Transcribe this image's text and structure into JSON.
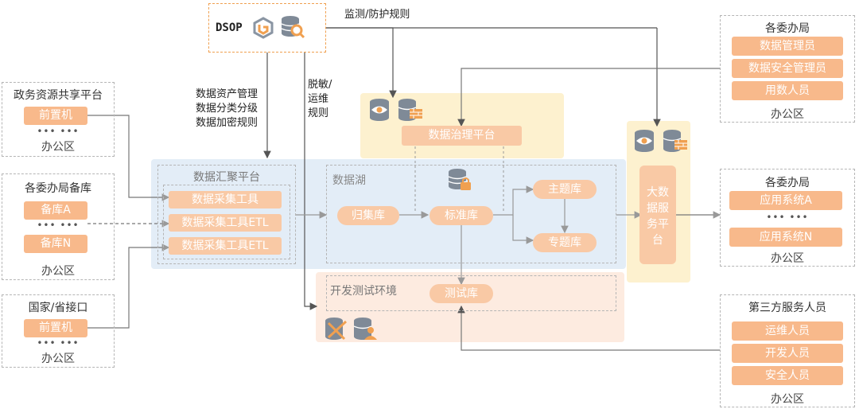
{
  "dsop": {
    "label": "DSOP"
  },
  "top_arrow_label": "监测/防护规则",
  "left_arrow_labels": [
    "数据资产管理",
    "数据分类分级",
    "数据加密规则"
  ],
  "mid_arrow_labels": [
    "脱敏/",
    "运维",
    "规则"
  ],
  "left_panels": [
    {
      "title": "政务资源共享平台",
      "items": [
        "前置机"
      ],
      "dots": "••• •••",
      "caption": "办公区"
    },
    {
      "title": "各委办局备库",
      "items": [
        "备库A",
        "备库N"
      ],
      "dots": "••• •••",
      "caption": "办公区"
    },
    {
      "title": "国家/省接口",
      "items": [
        "前置机"
      ],
      "dots": "••• •••",
      "caption": "办公区"
    }
  ],
  "aggregation": {
    "title": "数据汇聚平台",
    "items": [
      "数据采集工具",
      "数据采集工具ETL",
      "数据采集工具ETL"
    ]
  },
  "lake": {
    "title": "数据湖",
    "guiji": "归集库",
    "biaozhun": "标准库",
    "zhuti": "主题库",
    "zhuanti": "专题库"
  },
  "governance": {
    "label": "数据治理平台"
  },
  "devtest": {
    "title": "开发测试环境",
    "ceshi": "测试库"
  },
  "bigdata": {
    "label": "大数据服务平台"
  },
  "right_panels": [
    {
      "title": "各委办局",
      "items": [
        "数据管理员",
        "数据安全管理员",
        "用数人员"
      ],
      "caption": "办公区"
    },
    {
      "title": "各委办局",
      "items": [
        "应用系统A",
        "应用系统N"
      ],
      "dots": "••• •••",
      "caption": "办公区"
    },
    {
      "title": "第三方服务人员",
      "items": [
        "运维人员",
        "开发人员",
        "安全人员"
      ],
      "caption": "办公区"
    }
  ],
  "colors": {
    "orange_tag": "#f8b98b",
    "blue_zone": "#e3edf7",
    "yellow_zone": "#fdf1cf",
    "peach_zone": "#fdebe0",
    "dsop_border": "#f0a050"
  },
  "icons": [
    "dsop-logo-icon",
    "database-search-icon",
    "database-eye-icon",
    "database-firewall-icon",
    "database-lock-icon",
    "database-tools-icon",
    "database-user-icon"
  ]
}
